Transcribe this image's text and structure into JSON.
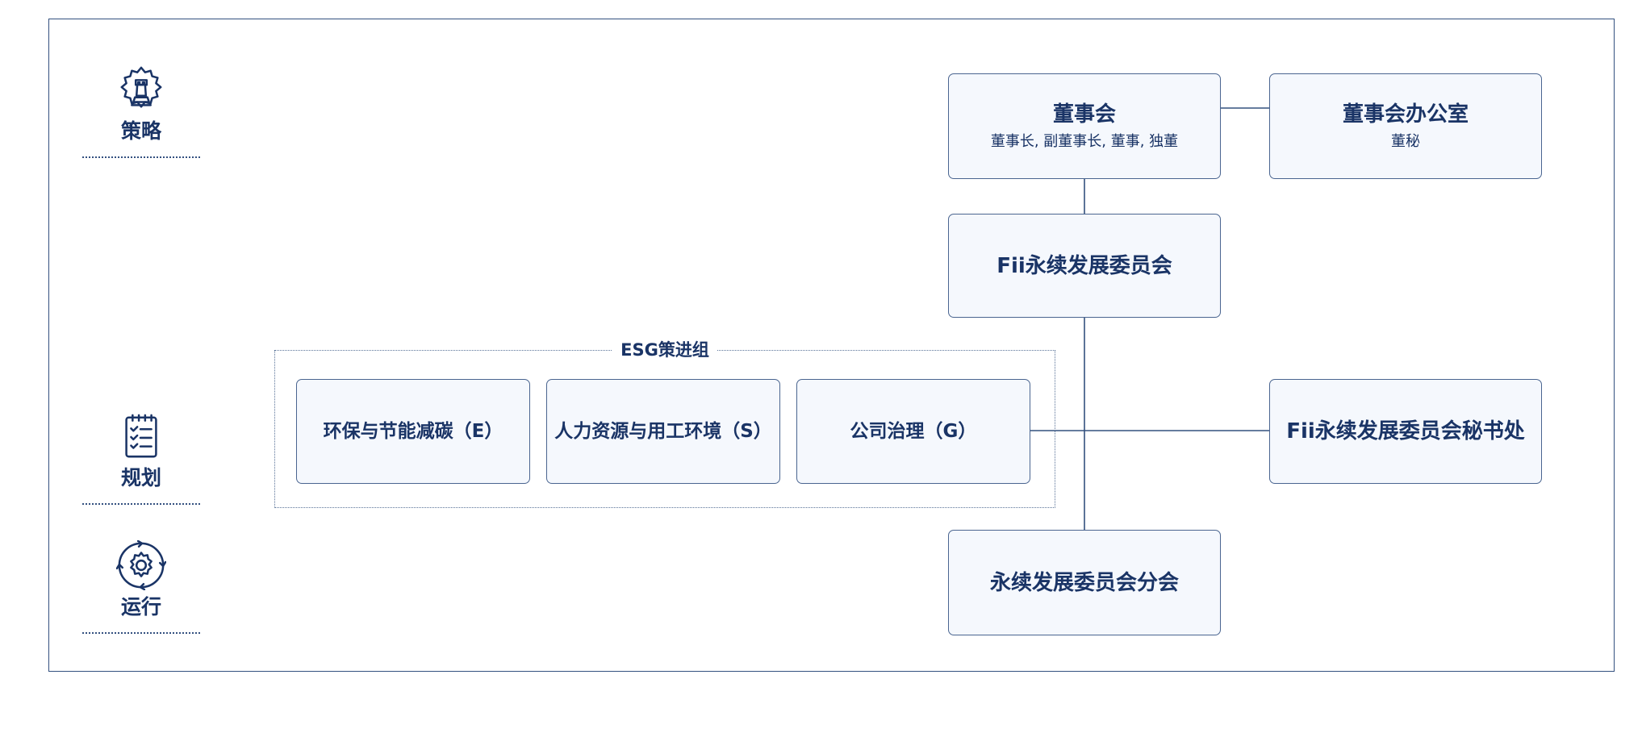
{
  "colors": {
    "primary": "#1a3466",
    "border": "#33507f",
    "box_fill": "#f5f8fd"
  },
  "sidebar": {
    "items": [
      {
        "label": "策略",
        "icon": "gear-chess-icon"
      },
      {
        "label": "规划",
        "icon": "clipboard-checklist-icon"
      },
      {
        "label": "运行",
        "icon": "cycle-gear-icon"
      }
    ]
  },
  "board": {
    "title": "董事会",
    "subtitle": "董事长, 副董事长, 董事, 独董"
  },
  "board_office": {
    "title": "董事会办公室",
    "subtitle": "董秘"
  },
  "committee": {
    "title": "Fii永续发展委员会"
  },
  "secretariat": {
    "title": "Fii永续发展委员会秘书处"
  },
  "branch": {
    "title": "永续发展委员会分会"
  },
  "esg_group": {
    "label": "ESG策进组",
    "items": [
      {
        "title": "环保与节能减碳（E）"
      },
      {
        "title": "人力资源与用工环境（S）"
      },
      {
        "title": "公司治理（G）"
      }
    ]
  }
}
